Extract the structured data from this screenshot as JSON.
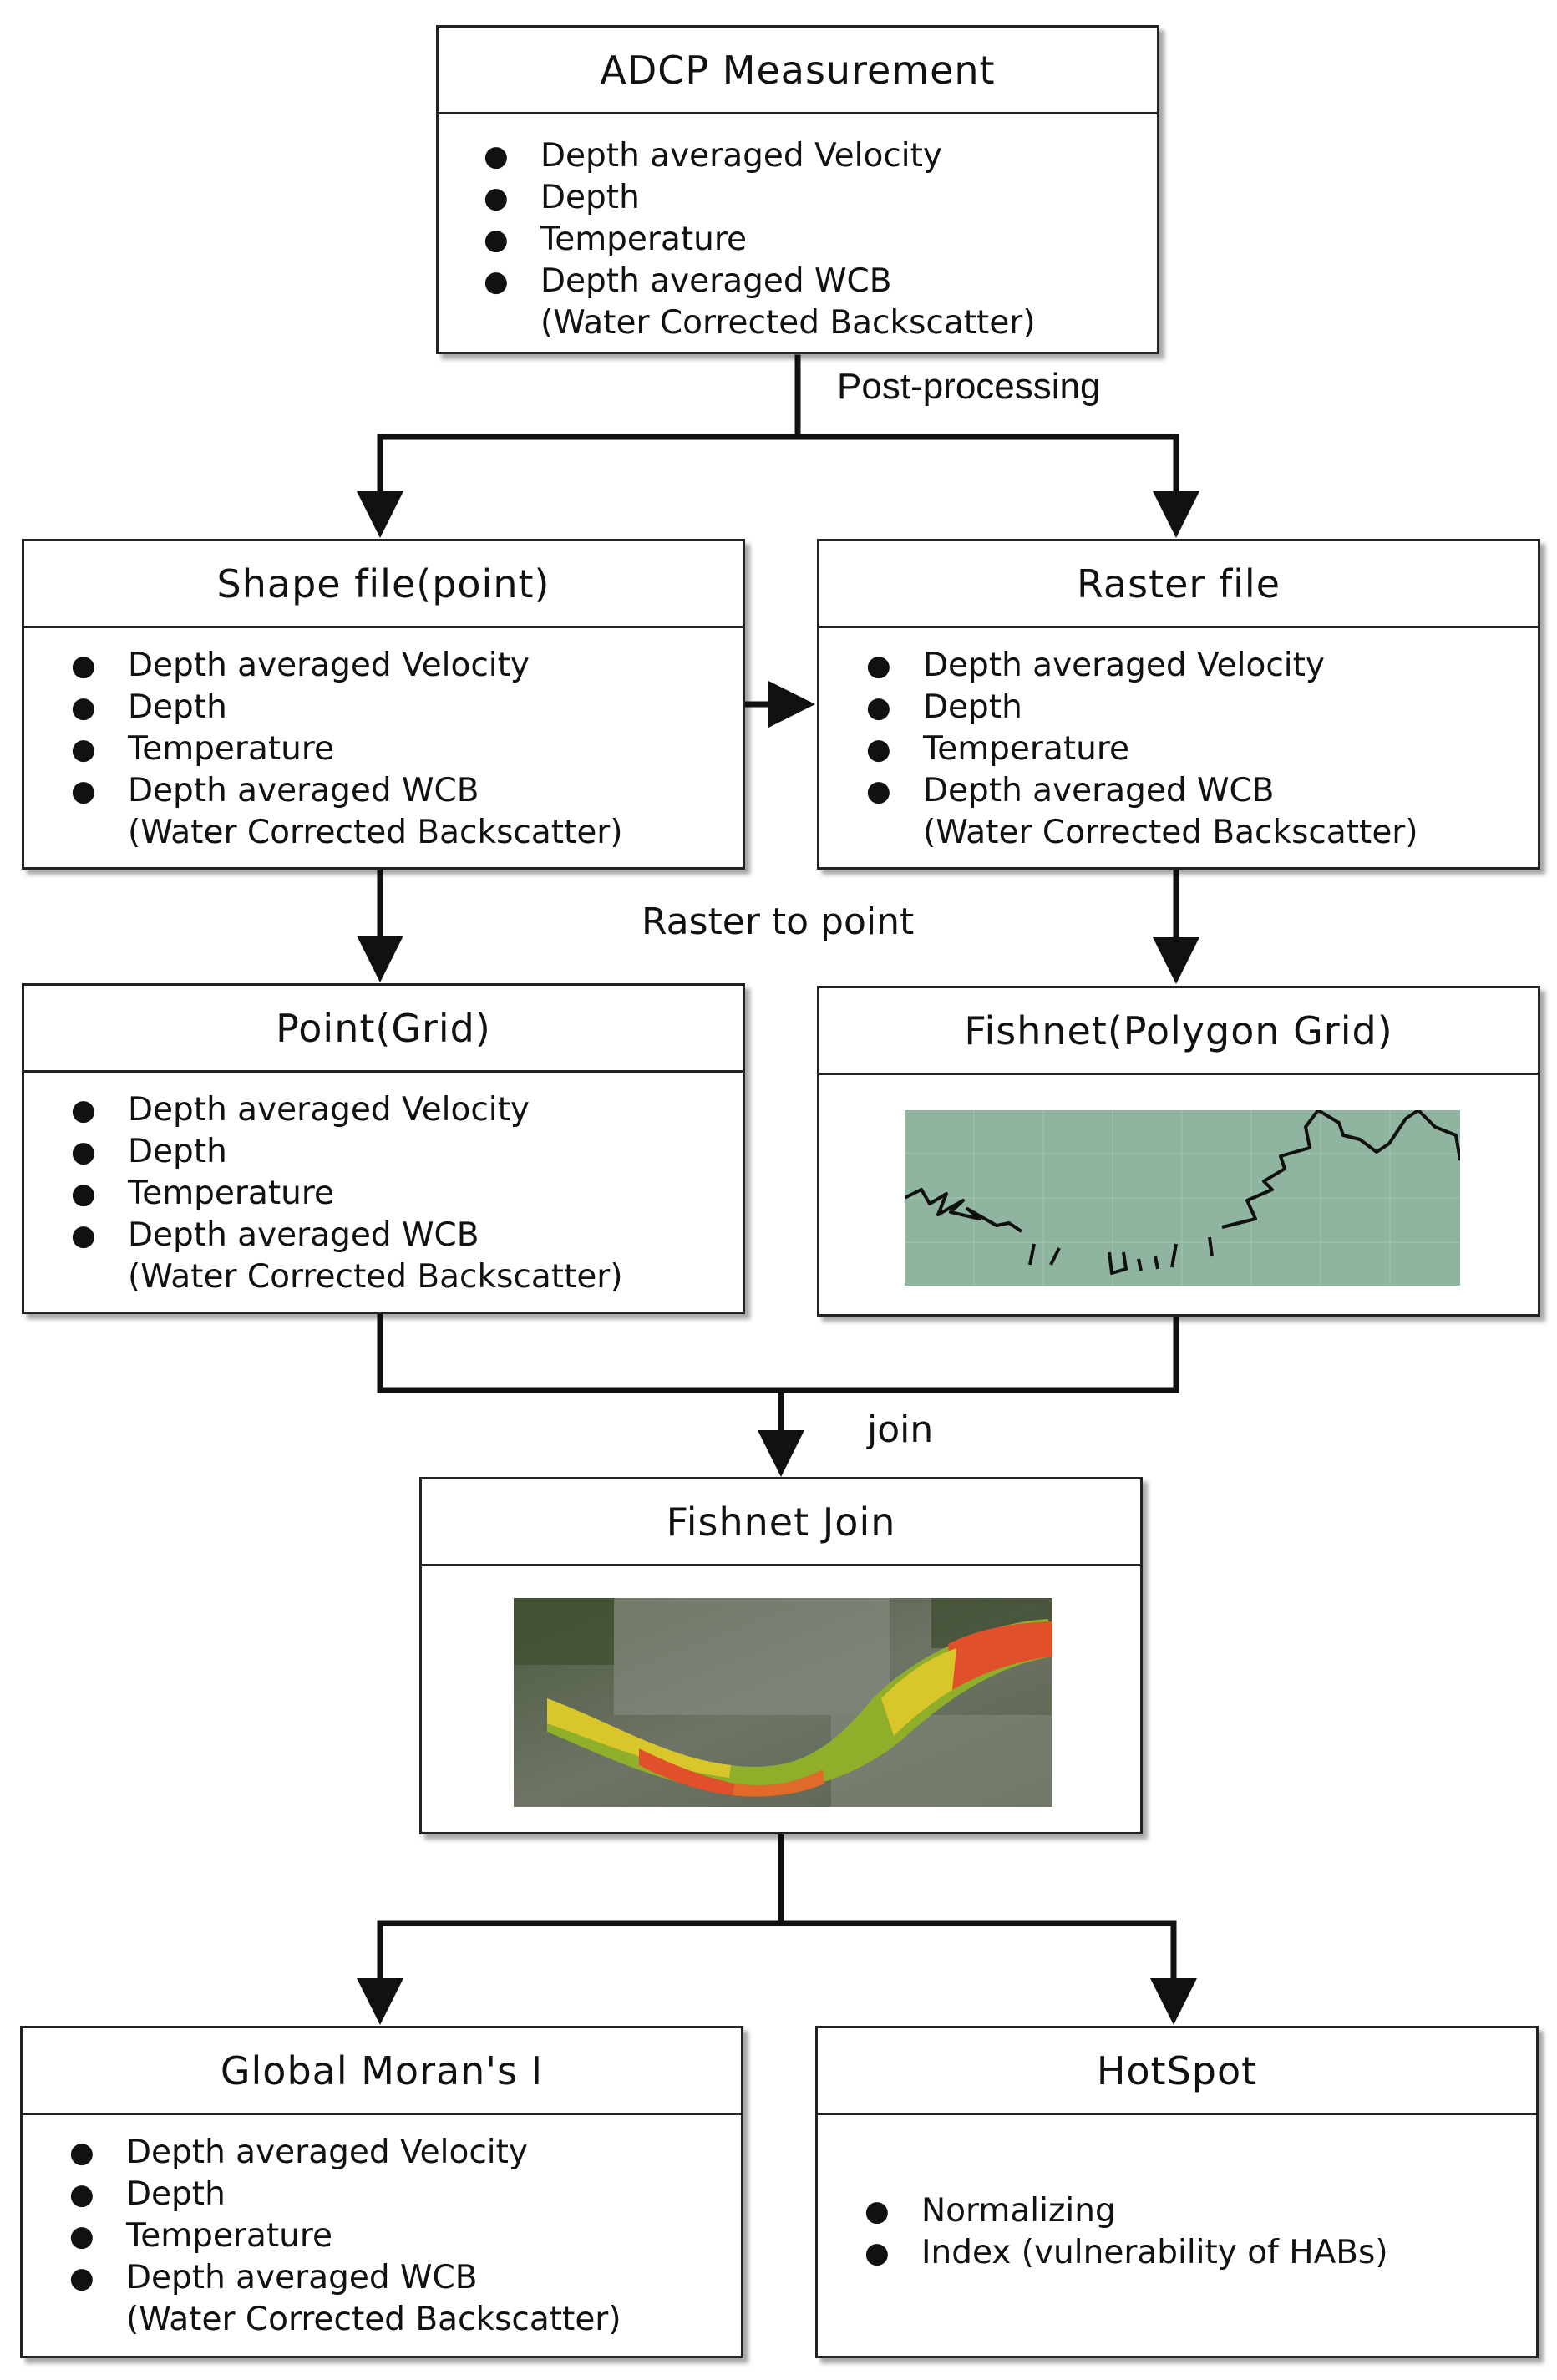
{
  "boxes": {
    "adcp": {
      "title": "ADCP Measurement",
      "items": [
        "Depth averaged Velocity",
        "Depth",
        "Temperature",
        "Depth averaged WCB"
      ],
      "note": "(Water Corrected Backscatter)"
    },
    "shape": {
      "title": "Shape file(point)",
      "items": [
        "Depth averaged Velocity",
        "Depth",
        "Temperature",
        "Depth averaged WCB"
      ],
      "note": "(Water Corrected Backscatter)"
    },
    "raster": {
      "title": "Raster file",
      "items": [
        "Depth averaged Velocity",
        "Depth",
        "Temperature",
        "Depth averaged WCB"
      ],
      "note": "(Water Corrected Backscatter)"
    },
    "point_grid": {
      "title": "Point(Grid)",
      "items": [
        "Depth averaged Velocity",
        "Depth",
        "Temperature",
        "Depth averaged WCB"
      ],
      "note": "(Water Corrected Backscatter)"
    },
    "fishnet": {
      "title": "Fishnet(Polygon Grid)"
    },
    "fishnet_join": {
      "title": "Fishnet Join"
    },
    "moran": {
      "title": "Global Moran's I",
      "items": [
        "Depth averaged Velocity",
        "Depth",
        "Temperature",
        "Depth averaged WCB"
      ],
      "note": "(Water Corrected Backscatter)"
    },
    "hotspot": {
      "title": "HotSpot",
      "items": [
        "Normalizing",
        "Index (vulnerability of HABs)"
      ]
    }
  },
  "edge_labels": {
    "post_processing": "Post-processing",
    "raster_to_point": "Raster to point",
    "join": "join"
  },
  "colors": {
    "border": "#222222",
    "fishnet_background": "#8fb5a0",
    "river_yellow": "#d8c62a",
    "river_green": "#8fae2a",
    "river_red": "#e0502a"
  }
}
